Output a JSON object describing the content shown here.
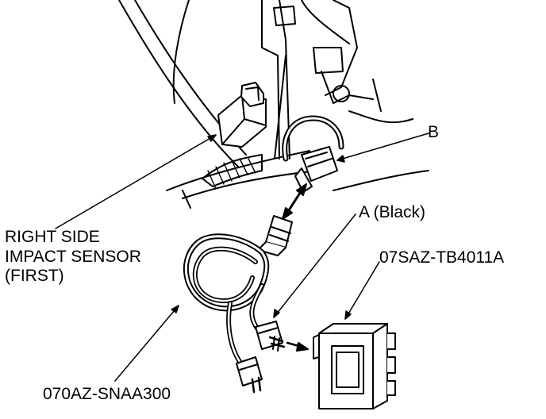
{
  "labels": {
    "b": "B",
    "a": "A (Black)",
    "sensor_line1": "RIGHT SIDE",
    "sensor_line2": "IMPACT SENSOR",
    "sensor_line3": "(FIRST)",
    "tool_box": "07SAZ-TB4011A",
    "harness": "070AZ-SNAA300"
  },
  "colors": {
    "ink": "#000000",
    "paper": "#ffffff"
  }
}
